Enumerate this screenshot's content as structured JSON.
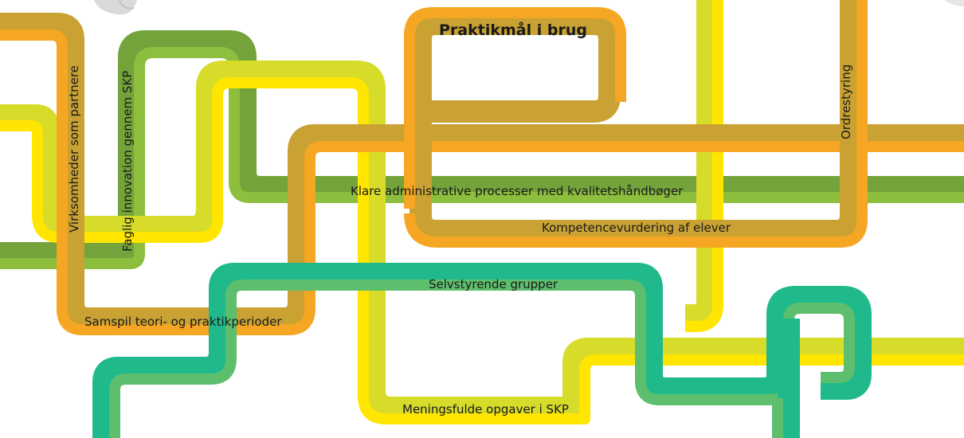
{
  "title": "Praktikmål i brug",
  "labels": {
    "virksomheder": "Virksomheder som partnere",
    "faglig": "Faglig innovation gennem SKP",
    "klare": "Klare administrative processer med kvalitetshåndbøger",
    "kompetence": "Kompetencevurdering af elever",
    "ordrestyring": "Ordrestyring",
    "selvstyrende": "Selvstyrende grupper",
    "samspil": "Samspil teori- og praktikperioder",
    "meningsfulde": "Meningsfulde opgaver i SKP"
  },
  "colors": {
    "orange": "#F5A623",
    "orange_dark": "#C9A233",
    "yellow": "#FFE500",
    "yellow_green": "#D7DC2A",
    "green": "#8DBE3E",
    "green_dark": "#73A33A",
    "teal": "#1FB98C",
    "teal_light": "#5DBF6E"
  }
}
